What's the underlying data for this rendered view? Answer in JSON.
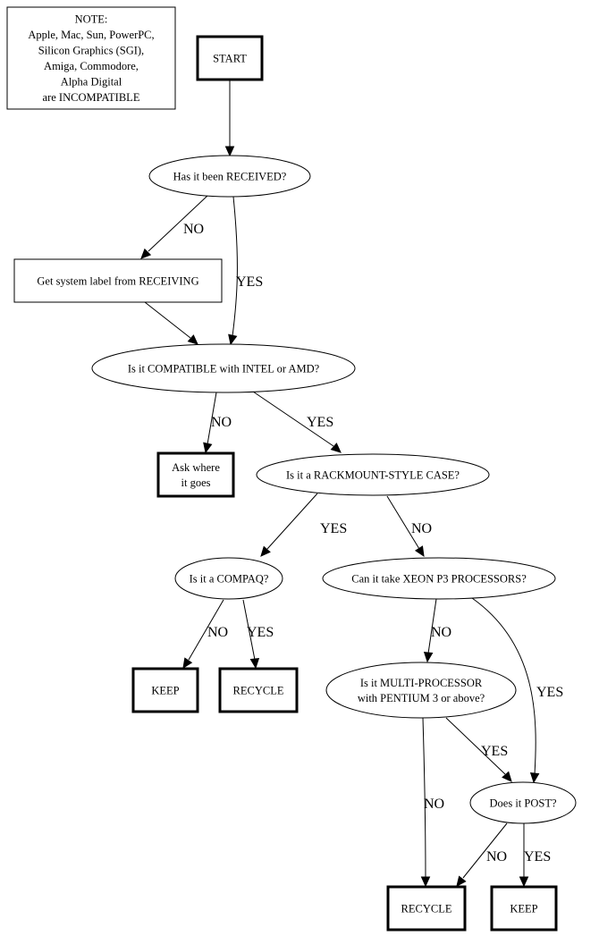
{
  "diagram": {
    "title": "Computer disposal flowchart",
    "note": {
      "lines": [
        "NOTE:",
        "Apple, Mac, Sun, PowerPC,",
        "Silicon Graphics (SGI),",
        "Amiga, Commodore,",
        "Alpha Digital",
        "are INCOMPATIBLE"
      ]
    },
    "nodes": [
      {
        "id": "start",
        "shape": "box-bold",
        "lines": [
          "START"
        ]
      },
      {
        "id": "received",
        "shape": "ellipse",
        "lines": [
          "Has it been RECEIVED?"
        ]
      },
      {
        "id": "get_label",
        "shape": "box-thin",
        "lines": [
          "Get system label from RECEIVING"
        ]
      },
      {
        "id": "compatible",
        "shape": "ellipse",
        "lines": [
          "Is it COMPATIBLE with INTEL or AMD?"
        ]
      },
      {
        "id": "ask",
        "shape": "box-bold",
        "lines": [
          "Ask where",
          "it goes"
        ]
      },
      {
        "id": "rackmount",
        "shape": "ellipse",
        "lines": [
          "Is it a RACKMOUNT-STYLE CASE?"
        ]
      },
      {
        "id": "compaq",
        "shape": "ellipse",
        "lines": [
          "Is it a COMPAQ?"
        ]
      },
      {
        "id": "xeon",
        "shape": "ellipse",
        "lines": [
          "Can it take XEON P3 PROCESSORS?"
        ]
      },
      {
        "id": "keep1",
        "shape": "box-bold",
        "lines": [
          "KEEP"
        ]
      },
      {
        "id": "recycle1",
        "shape": "box-bold",
        "lines": [
          "RECYCLE"
        ]
      },
      {
        "id": "multiproc",
        "shape": "ellipse",
        "lines": [
          "Is it MULTI-PROCESSOR",
          "with PENTIUM 3 or above?"
        ]
      },
      {
        "id": "post",
        "shape": "ellipse",
        "lines": [
          "Does it POST?"
        ]
      },
      {
        "id": "recycle2",
        "shape": "box-bold",
        "lines": [
          "RECYCLE"
        ]
      },
      {
        "id": "keep2",
        "shape": "box-bold",
        "lines": [
          "KEEP"
        ]
      }
    ],
    "edges": [
      {
        "from": "start",
        "to": "received",
        "label": ""
      },
      {
        "from": "received",
        "to": "get_label",
        "label": "NO"
      },
      {
        "from": "received",
        "to": "compatible",
        "label": "YES"
      },
      {
        "from": "get_label",
        "to": "compatible",
        "label": ""
      },
      {
        "from": "compatible",
        "to": "ask",
        "label": "NO"
      },
      {
        "from": "compatible",
        "to": "rackmount",
        "label": "YES"
      },
      {
        "from": "rackmount",
        "to": "compaq",
        "label": "YES"
      },
      {
        "from": "rackmount",
        "to": "xeon",
        "label": "NO"
      },
      {
        "from": "compaq",
        "to": "keep1",
        "label": "NO"
      },
      {
        "from": "compaq",
        "to": "recycle1",
        "label": "YES"
      },
      {
        "from": "xeon",
        "to": "multiproc",
        "label": "NO"
      },
      {
        "from": "xeon",
        "to": "post",
        "label": "YES"
      },
      {
        "from": "multiproc",
        "to": "post",
        "label": "YES"
      },
      {
        "from": "multiproc",
        "to": "recycle2",
        "label": "NO"
      },
      {
        "from": "post",
        "to": "recycle2",
        "label": "NO"
      },
      {
        "from": "post",
        "to": "keep2",
        "label": "YES"
      }
    ]
  }
}
